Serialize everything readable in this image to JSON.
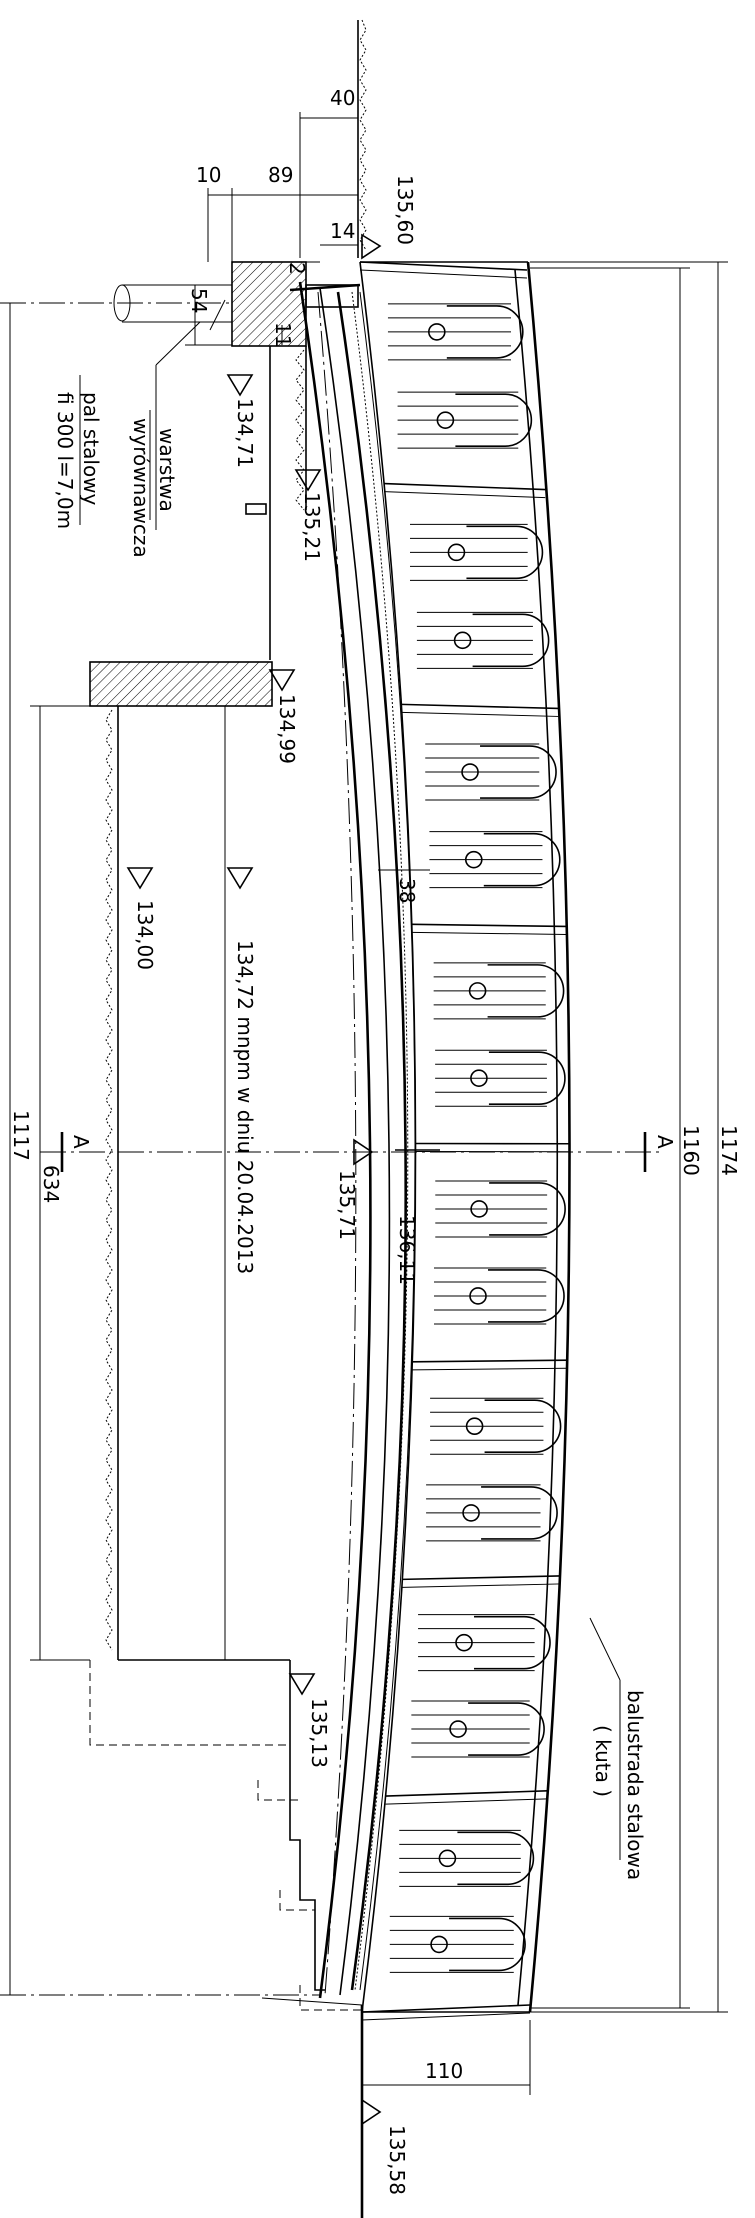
{
  "dimensions": {
    "d40": "40",
    "d10": "10",
    "d89": "89",
    "d14": "14",
    "d2": "2",
    "d54": "54",
    "d11": "11",
    "d38": "38",
    "d1117": "1117",
    "d634": "634",
    "d1160": "1160",
    "d1174": "1174",
    "d110": "110"
  },
  "levels": {
    "l13560": "135,60",
    "l13471": "134,71",
    "l13521": "135,21",
    "l13499": "134,99",
    "l13400": "134,00",
    "water": "134,72 mnpm w dniu  20.04.2013",
    "l13571": "135,71",
    "l13611": "136,11",
    "l13513": "135,13",
    "l13558": "135,58"
  },
  "labels": {
    "layer_line1": "warstwa",
    "layer_line2": "wyrównawcza",
    "pile_line1": "pal stalowy",
    "pile_line2": "fi 300  l=7,0m",
    "balustrade_line1": "balustrada stalowa",
    "balustrade_line2": "( kuta )",
    "section_left": "A",
    "section_right": "A"
  }
}
